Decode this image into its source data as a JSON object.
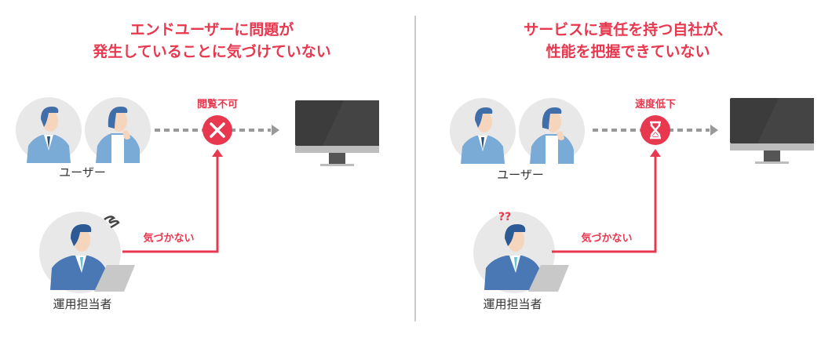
{
  "colors": {
    "accent": "#e8384f",
    "person_light": "#7aaad6",
    "person_dark": "#3f6ea8",
    "circle_bg": "#e8e8e8",
    "arrow_gray": "#999999"
  },
  "left": {
    "title_line1": "エンドユーザーに問題が",
    "title_line2": "発生していることに気づけていない",
    "users_label": "ユーザー",
    "status_label": "閲覧不可",
    "status_icon": "x-icon",
    "notice_label": "気づかない",
    "operator_label": "運用担当者",
    "operator_icon": "spiral-confused-icon"
  },
  "right": {
    "title_line1": "サービスに責任を持つ自社が、",
    "title_line2": "性能を把握できていない",
    "users_label": "ユーザー",
    "status_label": "速度低下",
    "status_icon": "hourglass-icon",
    "notice_label": "気づかない",
    "operator_label": "運用担当者",
    "operator_icon": "question-marks-icon"
  }
}
